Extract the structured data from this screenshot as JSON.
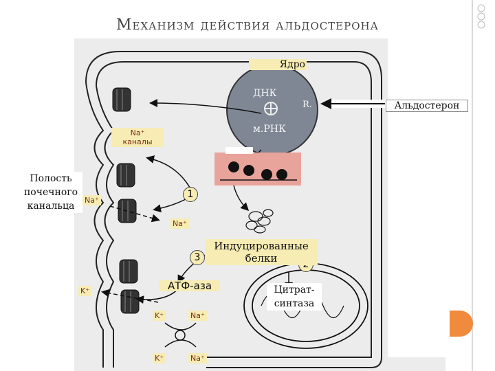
{
  "title": "Механизм действия альдостерона",
  "labels": {
    "nucleus": "Ядро",
    "dna": "ДНК",
    "receptor": "R.",
    "mrna": "м.РНК",
    "aldosterone": "Альдостерон",
    "na_channels": "Na⁺\nканалы",
    "cavity": "Полость почечного канальца",
    "na_lumen": "Na⁺",
    "na_mid": "Na⁺",
    "num1": "1",
    "num2": "2",
    "num3": "3",
    "induced_proteins": "Индуцированные белки",
    "k_lumen": "K⁺",
    "atpase": "АТФ-аза",
    "citrate_synthase": "Цитрат-синтаза",
    "k_pump_top": "K⁺",
    "na_pump_top": "Na⁺",
    "k_pump_bottom": "K⁺",
    "na_pump_bottom": "Na⁺"
  },
  "colors": {
    "label_bg": "#f6ecb4",
    "nucleus_fill": "#7f8794",
    "ribosome_bg": "#e8a39a",
    "accent_orange": "#f08a3c"
  }
}
